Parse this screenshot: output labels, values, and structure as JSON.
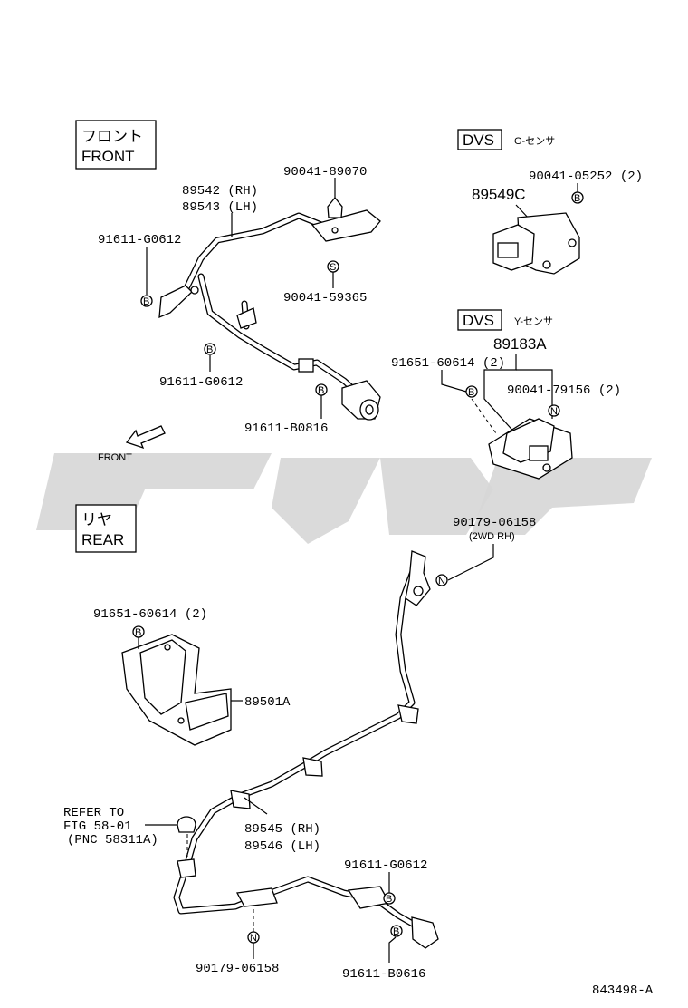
{
  "labels": {
    "front_box_jp": "フロント",
    "front_box_en": "FRONT",
    "rear_box_jp": "リヤ",
    "rear_box_en": "REAR",
    "dvs_1": "DVS",
    "dvs_1_note": "G-センサ",
    "dvs_2": "DVS",
    "dvs_2_note": "Y-センサ",
    "front_arrow": "FRONT",
    "diagram_id": "843498-A"
  },
  "parts": {
    "p89542": "89542 (RH)",
    "p89543": "89543 (LH)",
    "p90041_89070": "90041-89070",
    "p90041_59365": "90041-59365",
    "p91611_g0612_a": "91611-G0612",
    "p91611_g0612_b": "91611-G0612",
    "p91611_b0816": "91611-B0816",
    "p90041_05252": "90041-05252 (2)",
    "p89549c": "89549C",
    "p89183a": "89183A",
    "p91651_60614_a": "91651-60614 (2)",
    "p90041_79156": "90041-79156 (2)",
    "p90179_06158_a": "90179-06158",
    "p90179_06158_a_note": "(2WD RH)",
    "p91651_60614_b": "91651-60614 (2)",
    "p89501a": "89501A",
    "refer_1": "REFER TO",
    "refer_2": "FIG 58-01",
    "refer_3": "(PNC 58311A)",
    "p89545": "89545 (RH)",
    "p89546": "89546 (LH)",
    "p91611_g0612_c": "91611-G0612",
    "p90179_06158_b": "90179-06158",
    "p91611_b0616": "91611-B0616"
  },
  "markers": {
    "b": "B",
    "s": "S",
    "n": "N"
  }
}
